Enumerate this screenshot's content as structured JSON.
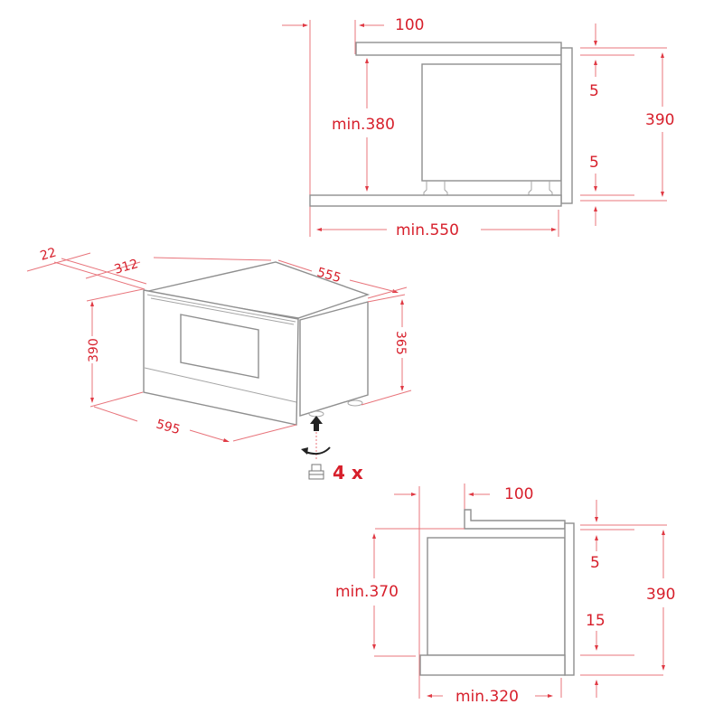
{
  "colors": {
    "dimension": "#d71f2b",
    "dimension_line": "#e8747b",
    "outline": "#8f8f8f",
    "background": "#ffffff"
  },
  "side_view_top": {
    "label_setback": "100",
    "label_min_height": "min.380",
    "label_gap_top": "5",
    "label_gap_bottom": "5",
    "label_total_height": "390",
    "label_min_depth": "min.550"
  },
  "isometric_view": {
    "label_door_thickness": "22",
    "label_312": "312",
    "label_depth": "555",
    "label_front_height": "390",
    "label_body_height": "365",
    "label_width": "595",
    "feet_count_label": "4 x",
    "icons": [
      "arrow-up-icon",
      "rotate-arrow-icon",
      "foot-icon"
    ]
  },
  "side_view_bottom": {
    "label_setback": "100",
    "label_min_height": "min.370",
    "label_gap_top": "5",
    "label_gap_bottom": "15",
    "label_total_height": "390",
    "label_min_depth": "min.320"
  }
}
